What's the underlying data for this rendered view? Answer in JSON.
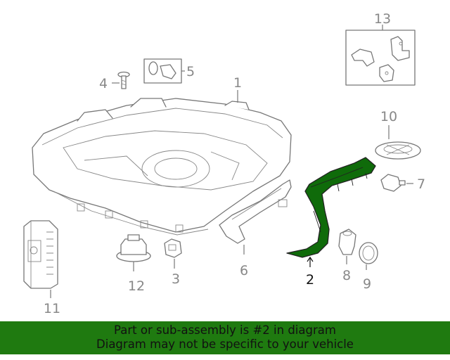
{
  "callouts": {
    "c1": "1",
    "c2": "2",
    "c3": "3",
    "c4": "4",
    "c5": "5",
    "c6": "6",
    "c7": "7",
    "c8": "8",
    "c9": "9",
    "c10": "10",
    "c11": "11",
    "c12": "12",
    "c13": "13"
  },
  "banner": {
    "line1": "Part or sub-assembly is #2 in diagram",
    "line2": "Diagram may not be specific to your vehicle"
  },
  "colors": {
    "highlight": "#0f6b0a",
    "banner_bg": "#1f7a10"
  }
}
